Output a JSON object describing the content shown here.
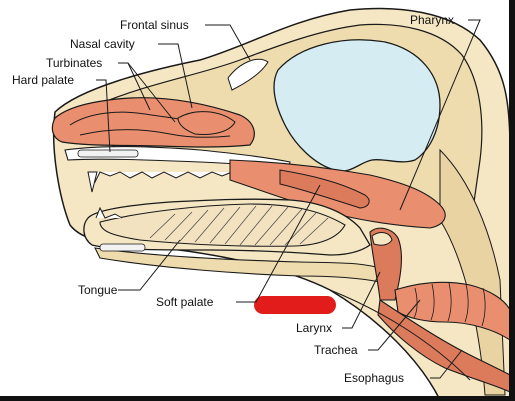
{
  "labels": {
    "frontal_sinus": "Frontal sinus",
    "nasal_cavity": "Nasal cavity",
    "turbinates": "Turbinates",
    "hard_palate": "Hard palate",
    "pharynx": "Pharynx",
    "tongue": "Tongue",
    "soft_palate": "Soft palate",
    "larynx": "Larynx",
    "trachea": "Trachea",
    "esophagus": "Esophagus"
  },
  "colors": {
    "skin": "#f6e7c4",
    "bone": "#efdcae",
    "tissue": "#e98f6f",
    "tissue_dark": "#dc7a5c",
    "sinus": "#d4ecf2",
    "outline": "#1a1a1a",
    "redaction": "#e21b1b",
    "frame": "#111111"
  }
}
